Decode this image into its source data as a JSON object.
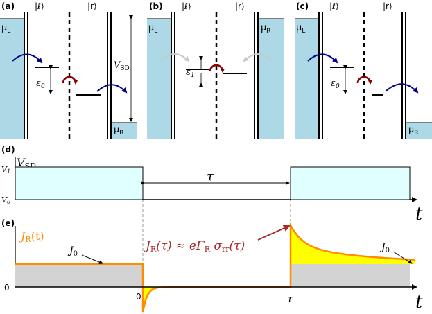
{
  "panels": {
    "a": {
      "label": "(a)",
      "ket_left": "|ℓ⟩",
      "ket_right": "|r⟩",
      "mu_left": "μ",
      "mu_left_sub": "L",
      "mu_right": "μ",
      "mu_right_sub": "R",
      "vsd": "V",
      "vsd_sub": "SD",
      "eps": "ε",
      "eps_sub": "0"
    },
    "b": {
      "label": "(b)",
      "ket_left": "|ℓ⟩",
      "ket_right": "|r⟩",
      "mu_left": "μ",
      "mu_left_sub": "L",
      "mu_right": "μ",
      "mu_right_sub": "R",
      "eps": "ε",
      "eps_sub": "1"
    },
    "c": {
      "label": "(c)",
      "ket_left": "|ℓ⟩",
      "ket_right": "|r⟩",
      "mu_left": "μ",
      "mu_left_sub": "L",
      "mu_right": "μ",
      "mu_right_sub": "R",
      "eps": "ε",
      "eps_sub": "0"
    },
    "d": {
      "label": "(d)",
      "ylabel": "V",
      "ylabel_sub": "SD",
      "v1": "V",
      "v1_sub": "1",
      "v0": "V",
      "v0_sub": "0",
      "tau": "τ",
      "t_axis": "t"
    },
    "e": {
      "label": "(e)",
      "ylabel": "J",
      "ylabel_sub": "R",
      "ylabel_arg": "(t)",
      "j0_left": "J",
      "j0_left_sub": "0",
      "j0_right": "J",
      "j0_right_sub": "0",
      "zero_y": "0",
      "zero_x": "0",
      "tau_x": "τ",
      "t_axis": "t",
      "eq_lhs": "J",
      "eq_lhs_sub": "R",
      "eq_mid": "(τ) ≈ eΓ",
      "eq_mid_sub": "R",
      "eq_sigma": " σ",
      "eq_sigma_sub": "rr",
      "eq_rhs": "(τ)"
    }
  },
  "colors": {
    "reservoir": "#add8e6",
    "pulse_fill": "#e0ffff",
    "current": "#ff8c00",
    "baseline_fill": "#d3d3d3",
    "excess_fill": "#ffff00",
    "equation": "#a52a2a",
    "arrow_dark": "#00008b",
    "arrow_light": "#cccccc",
    "dot_arrows": "#8b0000"
  }
}
